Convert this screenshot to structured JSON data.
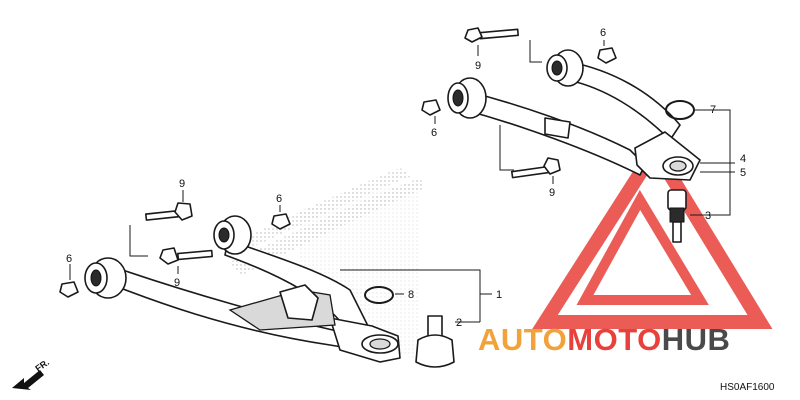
{
  "diagram": {
    "callouts": {
      "c1": "1",
      "c2": "2",
      "c3": "3",
      "c4": "4",
      "c5": "5",
      "c6a": "6",
      "c6b": "6",
      "c6c": "6",
      "c6d": "6",
      "c7": "7",
      "c8": "8",
      "c9a": "9",
      "c9b": "9",
      "c9c": "9",
      "c9d": "9"
    },
    "direction_marker": "FR.",
    "figure_code": "HS0AF1600"
  },
  "watermark": {
    "part1": "AUTO",
    "part2": "MOTO",
    "part3": "HUB",
    "colors": {
      "orange": "#f2a23a",
      "red": "#e8403a",
      "gray": "#4a4a4a"
    }
  }
}
